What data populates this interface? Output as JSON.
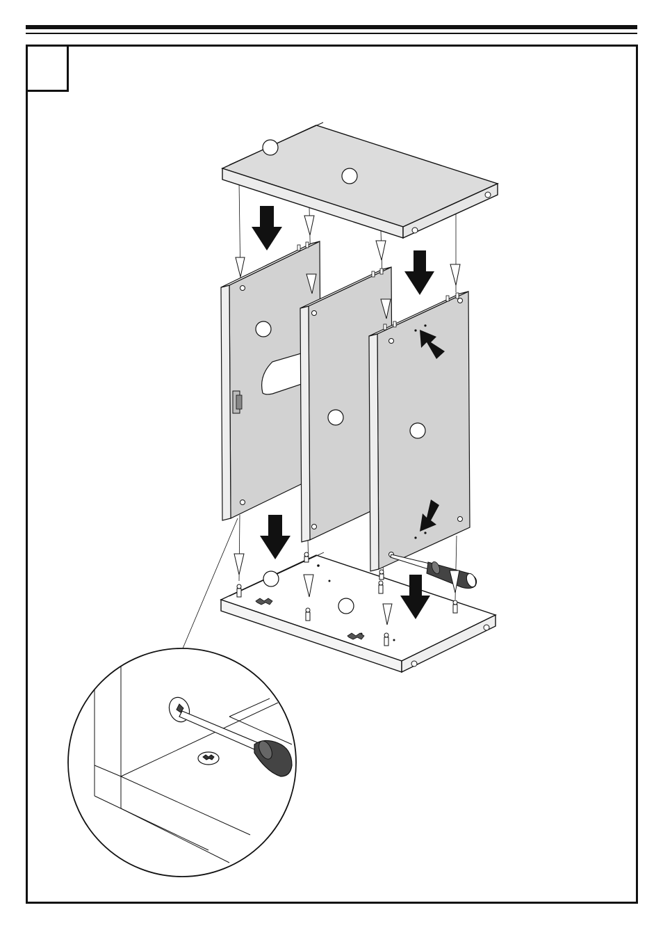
{
  "step": {
    "number": ""
  },
  "colors": {
    "panel": "#dcdcdc",
    "line": "#111111",
    "arrow": "#111111"
  },
  "parts": [
    {
      "name": "top-panel",
      "label": ""
    },
    {
      "name": "top-panel-edge",
      "label": ""
    },
    {
      "name": "left-side-panel",
      "label": ""
    },
    {
      "name": "middle-divider-panel",
      "label": ""
    },
    {
      "name": "right-side-panel",
      "label": ""
    },
    {
      "name": "bottom-panel",
      "label": ""
    },
    {
      "name": "bottom-panel-edge",
      "label": ""
    }
  ]
}
